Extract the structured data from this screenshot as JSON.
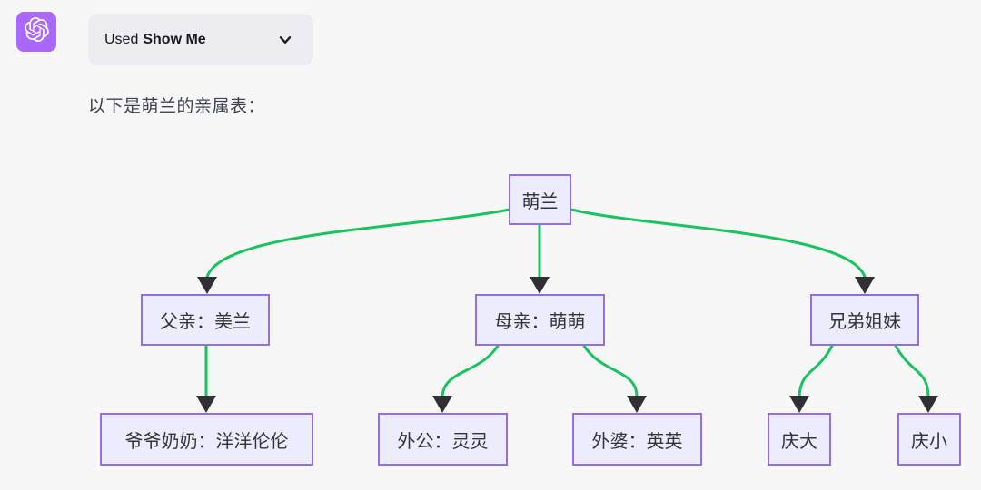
{
  "header": {
    "avatar": {
      "icon": "chatgpt-logo-icon",
      "bg_color": "#ab68ff"
    },
    "plugin_toggle": {
      "prefix": "Used",
      "plugin_name": "Show Me",
      "icon": "chevron-down-icon"
    }
  },
  "message": {
    "text": "以下是萌兰的亲属表："
  },
  "diagram": {
    "type": "family-tree-flowchart",
    "nodes": [
      {
        "id": "menglan",
        "label": "萌兰"
      },
      {
        "id": "father",
        "label": "父亲：美兰"
      },
      {
        "id": "mother",
        "label": "母亲：萌萌"
      },
      {
        "id": "siblings",
        "label": "兄弟姐妹"
      },
      {
        "id": "paternal-grandparents",
        "label": "爷爷奶奶：洋洋伦伦"
      },
      {
        "id": "maternal-grandfather",
        "label": "外公：灵灵"
      },
      {
        "id": "maternal-grandmother",
        "label": "外婆：英英"
      },
      {
        "id": "qingda",
        "label": "庆大"
      },
      {
        "id": "qingxiao",
        "label": "庆小"
      }
    ],
    "edges": [
      {
        "from": "萌兰",
        "to": "父亲：美兰"
      },
      {
        "from": "萌兰",
        "to": "母亲：萌萌"
      },
      {
        "from": "萌兰",
        "to": "兄弟姐妹"
      },
      {
        "from": "父亲：美兰",
        "to": "爷爷奶奶：洋洋伦伦"
      },
      {
        "from": "母亲：萌萌",
        "to": "外公：灵灵"
      },
      {
        "from": "母亲：萌萌",
        "to": "外婆：英英"
      },
      {
        "from": "兄弟姐妹",
        "to": "庆大"
      },
      {
        "from": "兄弟姐妹",
        "to": "庆小"
      }
    ],
    "colors": {
      "node_fill": "#ececff",
      "node_border": "#9370db",
      "edge": "#19c35f",
      "arrowhead": "#2f3033"
    }
  }
}
